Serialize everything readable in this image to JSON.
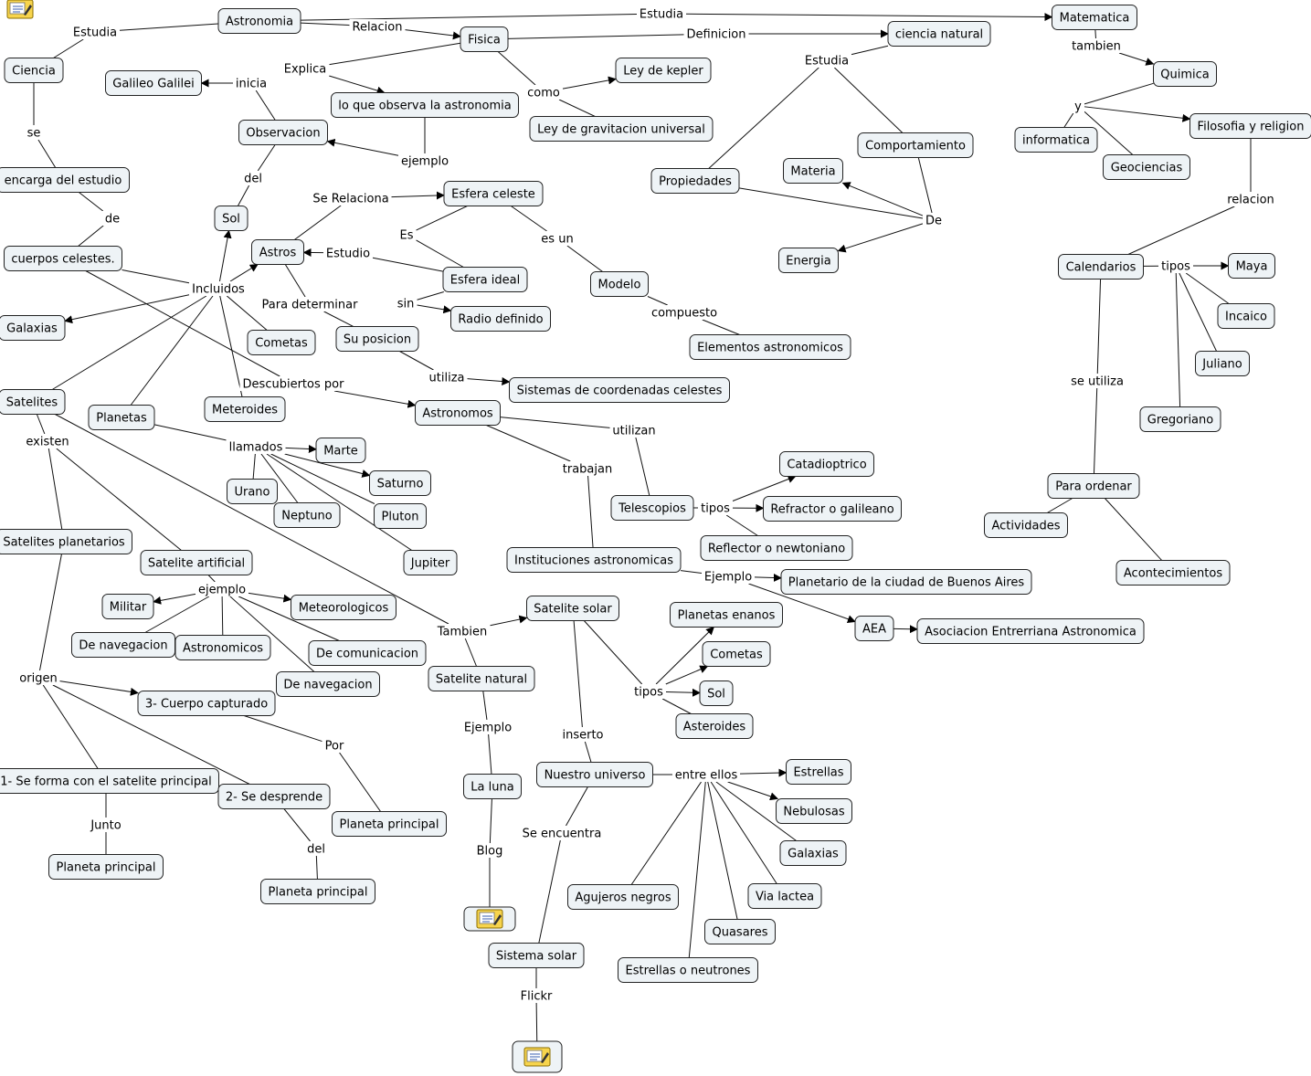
{
  "concept_map": {
    "nodes": [
      {
        "id": "astronomia",
        "text": "Astronomia"
      },
      {
        "id": "fisica",
        "text": "Fisica"
      },
      {
        "id": "matematica",
        "text": "Matematica"
      },
      {
        "id": "ciencia_natural",
        "text": "ciencia natural"
      },
      {
        "id": "quimica",
        "text": "Quimica"
      },
      {
        "id": "informatica",
        "text": "informatica"
      },
      {
        "id": "geociencias",
        "text": "Geociencias"
      },
      {
        "id": "filosofia",
        "text": "Filosofia y religion"
      },
      {
        "id": "calendarios",
        "text": "Calendarios"
      },
      {
        "id": "maya",
        "text": "Maya"
      },
      {
        "id": "incaico",
        "text": "Incaico"
      },
      {
        "id": "juliano",
        "text": "Juliano"
      },
      {
        "id": "gregoriano",
        "text": "Gregoriano"
      },
      {
        "id": "para_ordenar",
        "text": "Para ordenar"
      },
      {
        "id": "actividades",
        "text": "Actividades"
      },
      {
        "id": "acontecimientos",
        "text": "Acontecimientos"
      },
      {
        "id": "ciencia",
        "text": "Ciencia"
      },
      {
        "id": "encarga",
        "text": "encarga del estudio"
      },
      {
        "id": "cuerpos",
        "text": "cuerpos celestes."
      },
      {
        "id": "galileo",
        "text": "Galileo Galilei"
      },
      {
        "id": "observacion",
        "text": "Observacion"
      },
      {
        "id": "lo_que_observa",
        "text": "lo que observa la astronomia"
      },
      {
        "id": "kepler",
        "text": "Ley de kepler"
      },
      {
        "id": "gravitacion",
        "text": "Ley de gravitacion universal"
      },
      {
        "id": "sol1",
        "text": "Sol"
      },
      {
        "id": "astros",
        "text": "Astros"
      },
      {
        "id": "esfera_celeste",
        "text": "Esfera celeste"
      },
      {
        "id": "esfera_ideal",
        "text": "Esfera ideal"
      },
      {
        "id": "radio",
        "text": "Radio definido"
      },
      {
        "id": "modelo",
        "text": "Modelo"
      },
      {
        "id": "elementos",
        "text": "Elementos astronomicos"
      },
      {
        "id": "su_posicion",
        "text": "Su posicion"
      },
      {
        "id": "sistemas_coord",
        "text": "Sistemas de coordenadas celestes"
      },
      {
        "id": "galaxias1",
        "text": "Galaxias"
      },
      {
        "id": "cometas1",
        "text": "Cometas"
      },
      {
        "id": "satelites",
        "text": "Satelites"
      },
      {
        "id": "planetas",
        "text": "Planetas"
      },
      {
        "id": "meteroides",
        "text": "Meteroides"
      },
      {
        "id": "astronomos",
        "text": "Astronomos"
      },
      {
        "id": "propiedades",
        "text": "Propiedades"
      },
      {
        "id": "comportamiento",
        "text": "Comportamiento"
      },
      {
        "id": "materia",
        "text": "Materia"
      },
      {
        "id": "energia",
        "text": "Energia"
      },
      {
        "id": "marte",
        "text": "Marte"
      },
      {
        "id": "saturno",
        "text": "Saturno"
      },
      {
        "id": "pluton",
        "text": "Pluton"
      },
      {
        "id": "neptuno",
        "text": "Neptuno"
      },
      {
        "id": "urano",
        "text": "Urano"
      },
      {
        "id": "jupiter",
        "text": "Jupiter"
      },
      {
        "id": "telescopios",
        "text": "Telescopios"
      },
      {
        "id": "catadioptrico",
        "text": "Catadioptrico"
      },
      {
        "id": "refractor",
        "text": "Refractor o galileano"
      },
      {
        "id": "reflector",
        "text": "Reflector o newtoniano"
      },
      {
        "id": "instituciones",
        "text": "Instituciones astronomicas"
      },
      {
        "id": "planetario",
        "text": "Planetario de la ciudad de Buenos Aires"
      },
      {
        "id": "aea",
        "text": "AEA"
      },
      {
        "id": "asociacion",
        "text": "Asociacion Entrerriana Astronomica"
      },
      {
        "id": "sat_planetarios",
        "text": "Satelites planetarios"
      },
      {
        "id": "sat_artificial",
        "text": "Satelite artificial"
      },
      {
        "id": "militar",
        "text": "Militar"
      },
      {
        "id": "meteorologicos",
        "text": "Meteorologicos"
      },
      {
        "id": "de_navegacion1",
        "text": "De navegacion"
      },
      {
        "id": "astronomicos",
        "text": "Astronomicos"
      },
      {
        "id": "de_comunicacion",
        "text": "De comunicacion"
      },
      {
        "id": "de_navegacion2",
        "text": "De navegacion"
      },
      {
        "id": "cuerpo_capturado",
        "text": "3- Cuerpo capturado"
      },
      {
        "id": "se_forma",
        "text": "1- Se forma con el satelite principal"
      },
      {
        "id": "se_desprende",
        "text": "2- Se desprende"
      },
      {
        "id": "planeta_principal1",
        "text": "Planeta principal"
      },
      {
        "id": "planeta_principal2",
        "text": "Planeta principal"
      },
      {
        "id": "planeta_principal3",
        "text": "Planeta principal"
      },
      {
        "id": "satelite_solar",
        "text": "Satelite solar"
      },
      {
        "id": "satelite_natural",
        "text": "Satelite natural"
      },
      {
        "id": "la_luna",
        "text": "La luna"
      },
      {
        "id": "planetas_enanos",
        "text": "Planetas enanos"
      },
      {
        "id": "cometas2",
        "text": "Cometas"
      },
      {
        "id": "sol2",
        "text": "Sol"
      },
      {
        "id": "asteroides",
        "text": "Asteroides"
      },
      {
        "id": "nuestro_universo",
        "text": "Nuestro universo"
      },
      {
        "id": "sistema_solar",
        "text": "Sistema solar"
      },
      {
        "id": "estrellas",
        "text": "Estrellas"
      },
      {
        "id": "nebulosas",
        "text": "Nebulosas"
      },
      {
        "id": "galaxias2",
        "text": "Galaxias"
      },
      {
        "id": "via_lactea",
        "text": "Via lactea"
      },
      {
        "id": "quasares",
        "text": "Quasares"
      },
      {
        "id": "agujeros",
        "text": "Agujeros negros"
      },
      {
        "id": "neutrones",
        "text": "Estrellas o neutrones"
      }
    ],
    "labels": [
      {
        "id": "l_estudia_top",
        "text": "Estudia"
      },
      {
        "id": "l_estudia_ciencia",
        "text": "Estudia"
      },
      {
        "id": "l_relacion",
        "text": "Relacion"
      },
      {
        "id": "l_definicion",
        "text": "Definicion"
      },
      {
        "id": "l_estudia_cn",
        "text": "Estudia"
      },
      {
        "id": "l_tambien1",
        "text": "tambien"
      },
      {
        "id": "l_y",
        "text": "y"
      },
      {
        "id": "l_relacion2",
        "text": "relacion"
      },
      {
        "id": "l_tipos_cal",
        "text": "tipos"
      },
      {
        "id": "l_se_utiliza",
        "text": "se utiliza"
      },
      {
        "id": "l_explica",
        "text": "Explica"
      },
      {
        "id": "l_como",
        "text": "como"
      },
      {
        "id": "l_inicia",
        "text": "inicia"
      },
      {
        "id": "l_ejemplo_obs",
        "text": "ejemplo"
      },
      {
        "id": "l_se",
        "text": "se"
      },
      {
        "id": "l_de",
        "text": "de"
      },
      {
        "id": "l_del1",
        "text": "del"
      },
      {
        "id": "l_se_relaciona",
        "text": "Se Relaciona"
      },
      {
        "id": "l_es",
        "text": "Es"
      },
      {
        "id": "l_es_un",
        "text": "es un"
      },
      {
        "id": "l_estudio",
        "text": "Estudio"
      },
      {
        "id": "l_sin",
        "text": "sin"
      },
      {
        "id": "l_compuesto",
        "text": "compuesto"
      },
      {
        "id": "l_para_determinar",
        "text": "Para determinar"
      },
      {
        "id": "l_utiliza",
        "text": "utiliza"
      },
      {
        "id": "l_incluidos",
        "text": "Incluidos"
      },
      {
        "id": "l_descubiertos",
        "text": "Descubiertos por"
      },
      {
        "id": "l_De",
        "text": "De"
      },
      {
        "id": "l_llamados",
        "text": "llamados"
      },
      {
        "id": "l_utilizan",
        "text": "utilizan"
      },
      {
        "id": "l_trabajan",
        "text": "trabajan"
      },
      {
        "id": "l_tipos_tel",
        "text": "tipos"
      },
      {
        "id": "l_ejemplo_inst",
        "text": "Ejemplo"
      },
      {
        "id": "l_existen",
        "text": "existen"
      },
      {
        "id": "l_ejemplo_sat",
        "text": "ejemplo"
      },
      {
        "id": "l_origen",
        "text": "origen"
      },
      {
        "id": "l_por",
        "text": "Por"
      },
      {
        "id": "l_junto",
        "text": "Junto"
      },
      {
        "id": "l_del2",
        "text": "del"
      },
      {
        "id": "l_tambien2",
        "text": "Tambien"
      },
      {
        "id": "l_ejemplo_nat",
        "text": "Ejemplo"
      },
      {
        "id": "l_blog",
        "text": "Blog"
      },
      {
        "id": "l_tipos_sol",
        "text": "tipos"
      },
      {
        "id": "l_inserto",
        "text": "inserto"
      },
      {
        "id": "l_entre_ellos",
        "text": "entre ellos"
      },
      {
        "id": "l_se_encuentra",
        "text": "Se encuentra"
      },
      {
        "id": "l_flickr",
        "text": "Flickr"
      }
    ],
    "resource_icons": [
      {
        "id": "icon_topleft",
        "name": "note-resource-icon"
      },
      {
        "id": "icon_blog",
        "name": "note-resource-icon"
      },
      {
        "id": "icon_flickr",
        "name": "note-resource-icon"
      }
    ]
  }
}
